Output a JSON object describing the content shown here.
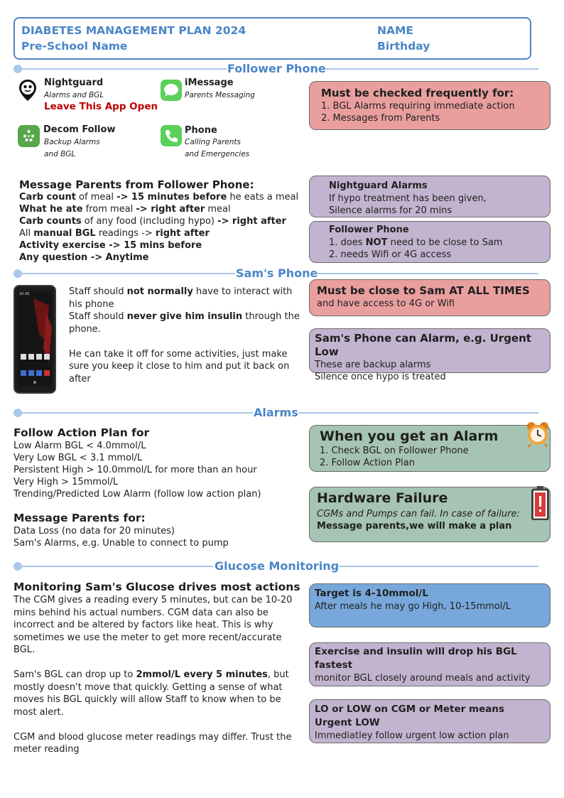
{
  "header": {
    "title": "DIABETES MANAGEMENT PLAN 2024",
    "preschool": "Pre-School Name",
    "name": "NAME",
    "birthday": "Birthday"
  },
  "follower": {
    "section_title": "Follower Phone",
    "apps": [
      {
        "title": "Nightguard",
        "lines": [
          "Alarms and BGL"
        ],
        "warning": "Leave This App Open",
        "icon": "nightguard-icon"
      },
      {
        "title": "iMessage",
        "lines": [
          "Parents Messaging"
        ],
        "icon": "imessage-icon"
      },
      {
        "title": "Decom Follow",
        "lines": [
          "Backup Alarms",
          "and BGL"
        ],
        "icon": "dexcom-follow-icon"
      },
      {
        "title": "Phone",
        "lines": [
          "Calling Parents",
          "and Emergencies"
        ],
        "icon": "phone-icon"
      }
    ],
    "checked_box": {
      "title": "Must be checked frequently for:",
      "lines": [
        "1. BGL Alarms requiring immediate action",
        "2. Messages from Parents"
      ]
    },
    "message": {
      "title": "Message Parents from Follower Phone:",
      "l1a": "Carb count",
      "l1b": " of meal ",
      "l1c": "-> 15 minutes before",
      "l1d": " he eats a meal",
      "l2a": "What he ate",
      "l2b": " from meal ",
      "l2c": "-> right after",
      "l2d": " meal",
      "l3a": "Carb counts",
      "l3b": " of any food (including hypo) ",
      "l3c": "-> right after",
      "l4a": "All ",
      "l4b": "manual BGL",
      "l4c": " readings -> ",
      "l4d": "right after",
      "l5": "Activity exercise -> 15 mins before",
      "l6": "Any question -> Anytime"
    },
    "nightguard_box": {
      "title": "Nightguard Alarms",
      "lines": [
        "If hypo treatment has been given,",
        "Silence alarms for 20 mins"
      ]
    },
    "follower_box": {
      "title": "Follower Phone",
      "l1a": "1. does ",
      "l1b": "NOT",
      "l1c": " need to be close to Sam",
      "l2": "2. needs Wifi or 4G access"
    }
  },
  "sams_phone": {
    "section_title": "Sam's Phone",
    "phone_status": "10:30",
    "p1a": "Staff should ",
    "p1b": "not normally",
    "p1c": " have to interact with",
    "p1d": "his phone",
    "p2a": "Staff should ",
    "p2b": "never give him insulin",
    "p2c": " through the",
    "p2d": "phone.",
    "p3": [
      "He can take it off for some activities, just make",
      "sure you keep it close to him and put it back on",
      "after"
    ],
    "close_box": {
      "title": "Must be close to Sam AT ALL TIMES",
      "line": "and have access to 4G or Wifi"
    },
    "alarm_box": {
      "title": "Sam's Phone can Alarm, e.g. Urgent Low",
      "lines": [
        "These are backup alarms",
        "Silence once hypo is treated"
      ]
    }
  },
  "alarms": {
    "section_title": "Alarms",
    "follow_title": "Follow Action Plan for",
    "follow_lines": [
      "Low Alarm BGL < 4.0mmol/L",
      "Very Low BGL < 3.1 mmol/L",
      "Persistent High > 10.0mmol/L for more than an hour",
      "Very High > 15mmol/L",
      "Trending/Predicted Low Alarm (follow low action plan)"
    ],
    "msg_title": "Message Parents for:",
    "msg_lines": [
      "Data Loss (no data for 20 minutes)",
      "Sam's Alarms, e.g. Unable to connect to pump"
    ],
    "get_alarm_box": {
      "title": "When you get an Alarm",
      "lines": [
        "1. Check BGL on Follower Phone",
        "2. Follow Action Plan"
      ]
    },
    "hardware_box": {
      "title": "Hardware Failure",
      "line1": "CGMs and Pumps can fail. In case of failure:",
      "line2": "Message parents,we will make a plan"
    }
  },
  "glucose": {
    "section_title": "Glucose Monitoring",
    "title": "Monitoring Sam's Glucose drives most actions",
    "p1": [
      "The CGM gives a reading every 5 minutes, but can be 10-20",
      "mins behind his actual numbers. CGM data can also be",
      "incorrect and be altered by factors like heat. This is why",
      "sometimes we use the meter to get more recent/accurate",
      "BGL."
    ],
    "p2a": "Sam's BGL can drop up to ",
    "p2b": "2mmol/L every 5 minutes",
    "p2c": ", but",
    "p2rest": [
      "mostly doesn't move that quickly. Getting a sense of what",
      "moves his BGL quickly will allow Staff to know when to be",
      "most alert."
    ],
    "p3": [
      "CGM and blood glucose meter readings may differ. Trust the",
      "meter reading"
    ],
    "target_box": {
      "title": "Target is 4-10mmol/L",
      "line": "After meals he may go High, 10-15mmol/L"
    },
    "exercise_box": {
      "title": "Exercise and insulin will drop his BGL fastest",
      "line": "monitor BGL closely around meals and activity"
    },
    "lo_box": {
      "title": "LO or LOW on CGM or Meter means Urgent LOW",
      "line": "Immediatley follow urgent low action plan"
    }
  }
}
